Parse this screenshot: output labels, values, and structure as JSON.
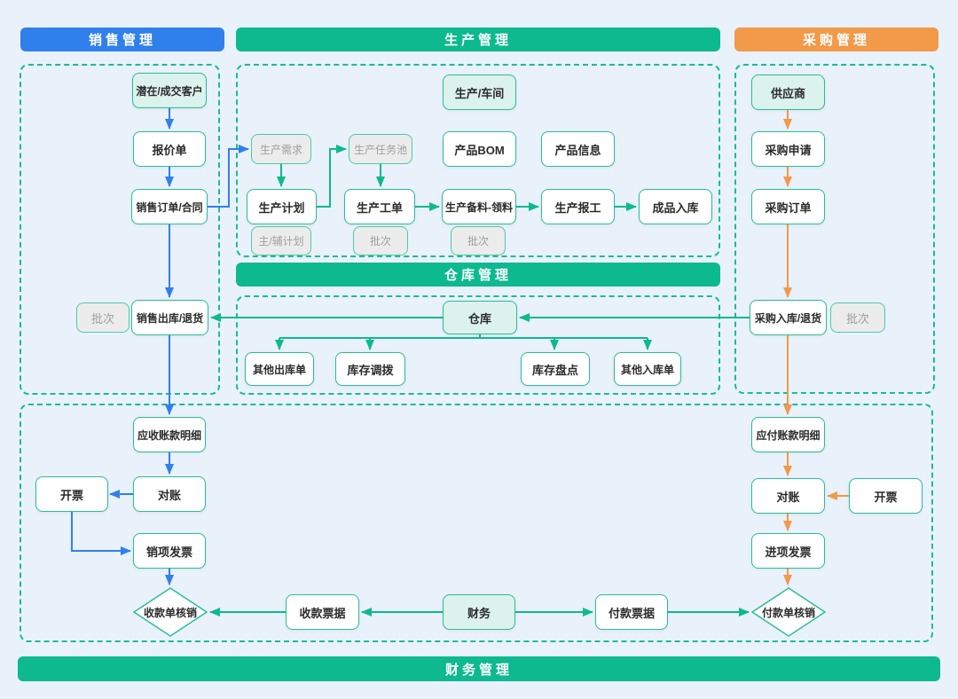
{
  "palette": {
    "sales_blue": "#2F80ED",
    "production_green": "#0DB98E",
    "purchase_orange": "#F2994A",
    "node_border": "#2BBD96",
    "zone_border": "#19BC96",
    "mint_fill": "#DCF2EC",
    "tag_fill": "#ECECEC",
    "tag_text": "#9E9E9E",
    "bg": "#E9F1FB",
    "text": "#2B2B2B"
  },
  "headers": {
    "sales": "销售管理",
    "production": "生产管理",
    "purchase": "采购管理",
    "warehouse": "仓库管理",
    "finance": "财务管理"
  },
  "nodes": {
    "customer": "潜在/成交客户",
    "quotation": "报价单",
    "sales_order": "销售订单/合同",
    "batch_sales": "批次",
    "sales_outbound": "销售出库/退货",
    "receivable": "应收账款明细",
    "reconcile_ar": "对账",
    "invoice_ar": "开票",
    "sales_invoice": "销项发票",
    "receipt_writeoff": "收款单核销",
    "receipt_bill": "收款票据",
    "finance": "财务",
    "payment_bill": "付款票据",
    "payment_writeoff": "付款单核销",
    "production_workshop": "生产/车间",
    "product_bom": "产品BOM",
    "product_info": "产品信息",
    "production_demand": "生产需求",
    "production_task_pool": "生产任务池",
    "production_plan": "生产计划",
    "main_aux_plan": "主/辅计划",
    "production_order": "生产工单",
    "batch_order": "批次",
    "material_prep": "生产备料-领料",
    "batch_material": "批次",
    "production_report": "生产报工",
    "finished_inbound": "成品入库",
    "warehouse": "仓库",
    "other_outbound": "其他出库单",
    "stock_transfer": "库存调拨",
    "stock_count": "库存盘点",
    "other_inbound": "其他入库单",
    "supplier": "供应商",
    "purchase_request": "采购申请",
    "purchase_order": "采购订单",
    "purchase_inbound": "采购入库/退货",
    "batch_purchase": "批次",
    "payable": "应付账款明细",
    "reconcile_ap": "对账",
    "invoice_ap": "开票",
    "purchase_invoice": "进项发票"
  }
}
